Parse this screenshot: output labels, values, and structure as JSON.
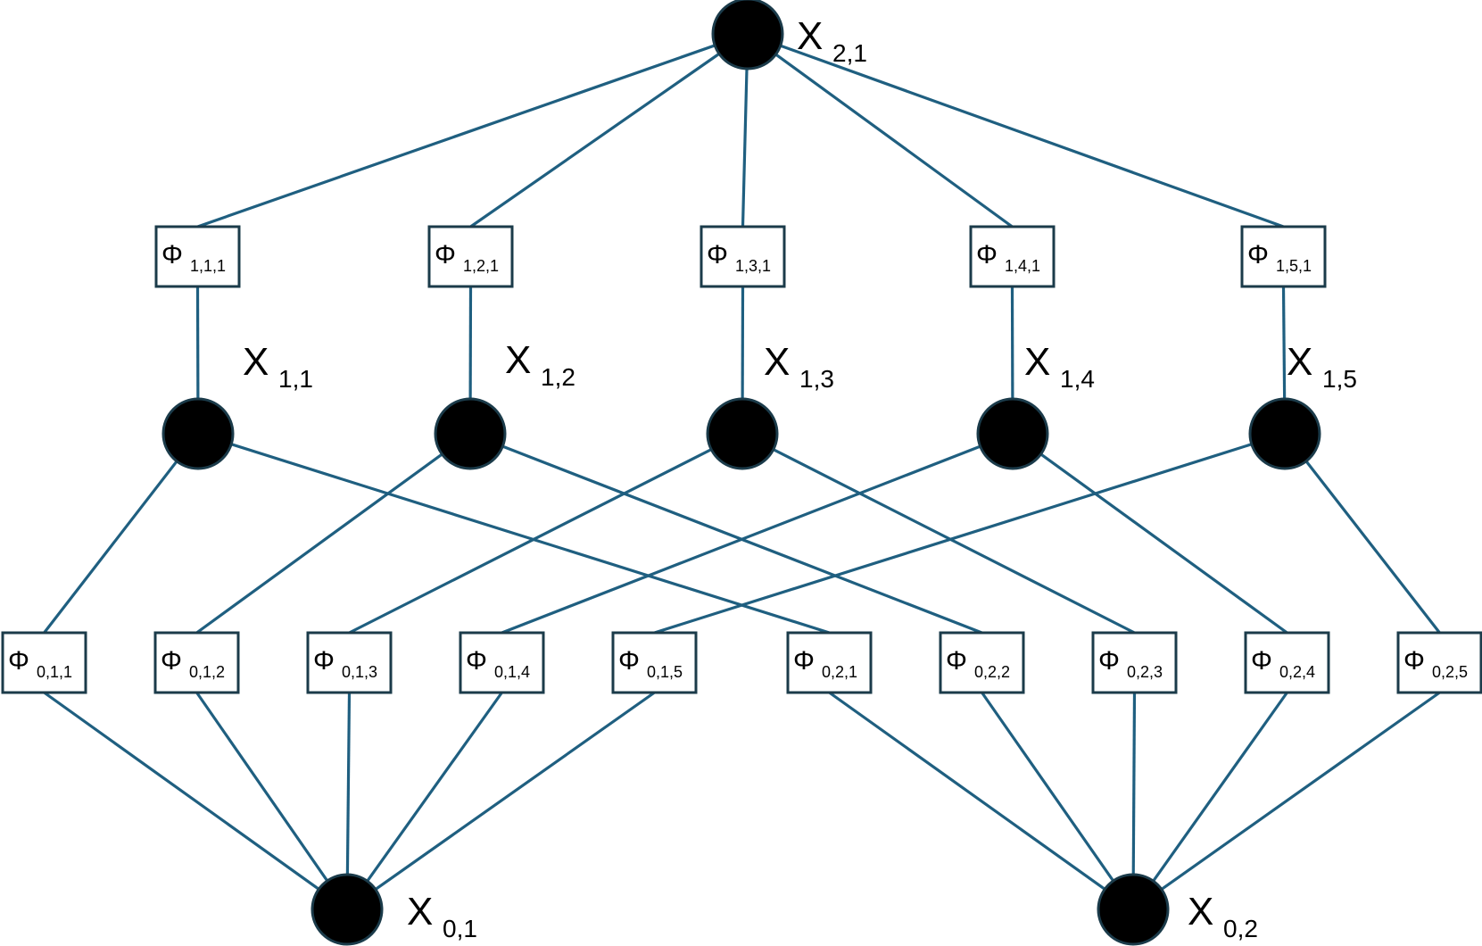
{
  "variables": [
    {
      "id": "x21",
      "symbol": "X",
      "sub": "2,1",
      "level": 2
    },
    {
      "id": "x11",
      "symbol": "X",
      "sub": "1,1",
      "level": 1
    },
    {
      "id": "x12",
      "symbol": "X",
      "sub": "1,2",
      "level": 1
    },
    {
      "id": "x13",
      "symbol": "X",
      "sub": "1,3",
      "level": 1
    },
    {
      "id": "x14",
      "symbol": "X",
      "sub": "1,4",
      "level": 1
    },
    {
      "id": "x15",
      "symbol": "X",
      "sub": "1,5",
      "level": 1
    },
    {
      "id": "x01",
      "symbol": "X",
      "sub": "0,1",
      "level": 0
    },
    {
      "id": "x02",
      "symbol": "X",
      "sub": "0,2",
      "level": 0
    }
  ],
  "factors": [
    {
      "id": "f111",
      "symbol": "Φ",
      "sub": "1,1,1"
    },
    {
      "id": "f121",
      "symbol": "Φ",
      "sub": "1,2,1"
    },
    {
      "id": "f131",
      "symbol": "Φ",
      "sub": "1,3,1"
    },
    {
      "id": "f141",
      "symbol": "Φ",
      "sub": "1,4,1"
    },
    {
      "id": "f151",
      "symbol": "Φ",
      "sub": "1,5,1"
    },
    {
      "id": "f011",
      "symbol": "Φ",
      "sub": "0,1,1"
    },
    {
      "id": "f012",
      "symbol": "Φ",
      "sub": "0,1,2"
    },
    {
      "id": "f013",
      "symbol": "Φ",
      "sub": "0,1,3"
    },
    {
      "id": "f014",
      "symbol": "Φ",
      "sub": "0,1,4"
    },
    {
      "id": "f015",
      "symbol": "Φ",
      "sub": "0,1,5"
    },
    {
      "id": "f021",
      "symbol": "Φ",
      "sub": "0,2,1"
    },
    {
      "id": "f022",
      "symbol": "Φ",
      "sub": "0,2,2"
    },
    {
      "id": "f023",
      "symbol": "Φ",
      "sub": "0,2,3"
    },
    {
      "id": "f024",
      "symbol": "Φ",
      "sub": "0,2,4"
    },
    {
      "id": "f025",
      "symbol": "Φ",
      "sub": "0,2,5"
    }
  ],
  "edges": [
    [
      "x21",
      "f111"
    ],
    [
      "x21",
      "f121"
    ],
    [
      "x21",
      "f131"
    ],
    [
      "x21",
      "f141"
    ],
    [
      "x21",
      "f151"
    ],
    [
      "f111",
      "x11"
    ],
    [
      "f121",
      "x12"
    ],
    [
      "f131",
      "x13"
    ],
    [
      "f141",
      "x14"
    ],
    [
      "f151",
      "x15"
    ],
    [
      "x11",
      "f011"
    ],
    [
      "x11",
      "f021"
    ],
    [
      "x12",
      "f012"
    ],
    [
      "x12",
      "f022"
    ],
    [
      "x13",
      "f013"
    ],
    [
      "x13",
      "f023"
    ],
    [
      "x14",
      "f014"
    ],
    [
      "x14",
      "f024"
    ],
    [
      "x15",
      "f015"
    ],
    [
      "x15",
      "f025"
    ],
    [
      "f011",
      "x01"
    ],
    [
      "f012",
      "x01"
    ],
    [
      "f013",
      "x01"
    ],
    [
      "f014",
      "x01"
    ],
    [
      "f015",
      "x01"
    ],
    [
      "f021",
      "x02"
    ],
    [
      "f022",
      "x02"
    ],
    [
      "f023",
      "x02"
    ],
    [
      "f024",
      "x02"
    ],
    [
      "f025",
      "x02"
    ]
  ],
  "colors": {
    "edge": "#1f5f80",
    "node_fill": "#000000",
    "node_stroke": "#1b3b4a",
    "box_stroke": "#1b3b4a"
  }
}
